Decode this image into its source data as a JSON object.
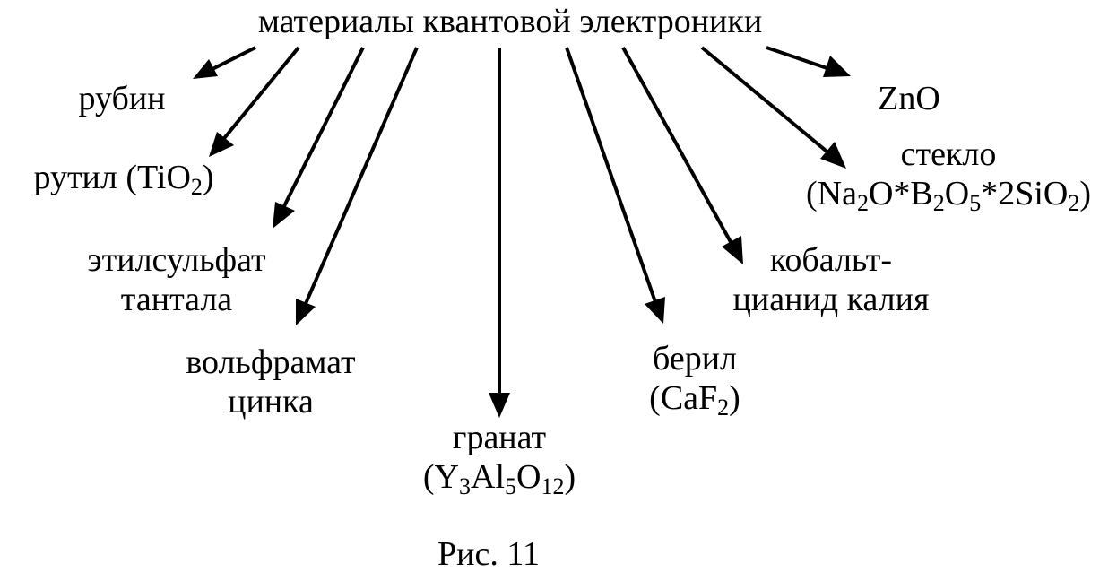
{
  "title": "материалы квантовой электроники",
  "caption": "Рис. 11",
  "nodes": {
    "ruby": {
      "line1": "рубин"
    },
    "rutile": {
      "name": "рутил",
      "formula_open": "(TiO",
      "formula_sub": "2",
      "formula_close": ")"
    },
    "tantalum": {
      "line1": "этилсульфат",
      "line2": "тантала"
    },
    "tungstate": {
      "line1": "вольфрамат",
      "line2": "цинка"
    },
    "garnet": {
      "line1": "гранат",
      "f_open": "(Y",
      "s1": "3",
      "f_mid1": "Al",
      "s2": "5",
      "f_mid2": "O",
      "s3": "12",
      "f_close": ")"
    },
    "beryl": {
      "line1": "берил",
      "f_open": "(CaF",
      "s1": "2",
      "f_close": ")"
    },
    "cobalt": {
      "line1": "кобальт-",
      "line2": "цианид калия"
    },
    "glass": {
      "line1": "стекло",
      "f_open": "(Na",
      "s1": "2",
      "f_mid1": "O*B",
      "s2": "2",
      "f_mid2": "O",
      "s3": "5",
      "f_mid3": "*2SiO",
      "s4": "2",
      "f_close": ")"
    },
    "zno": {
      "line1": "ZnO"
    }
  },
  "colors": {
    "ink": "#000000",
    "background": "#ffffff"
  }
}
